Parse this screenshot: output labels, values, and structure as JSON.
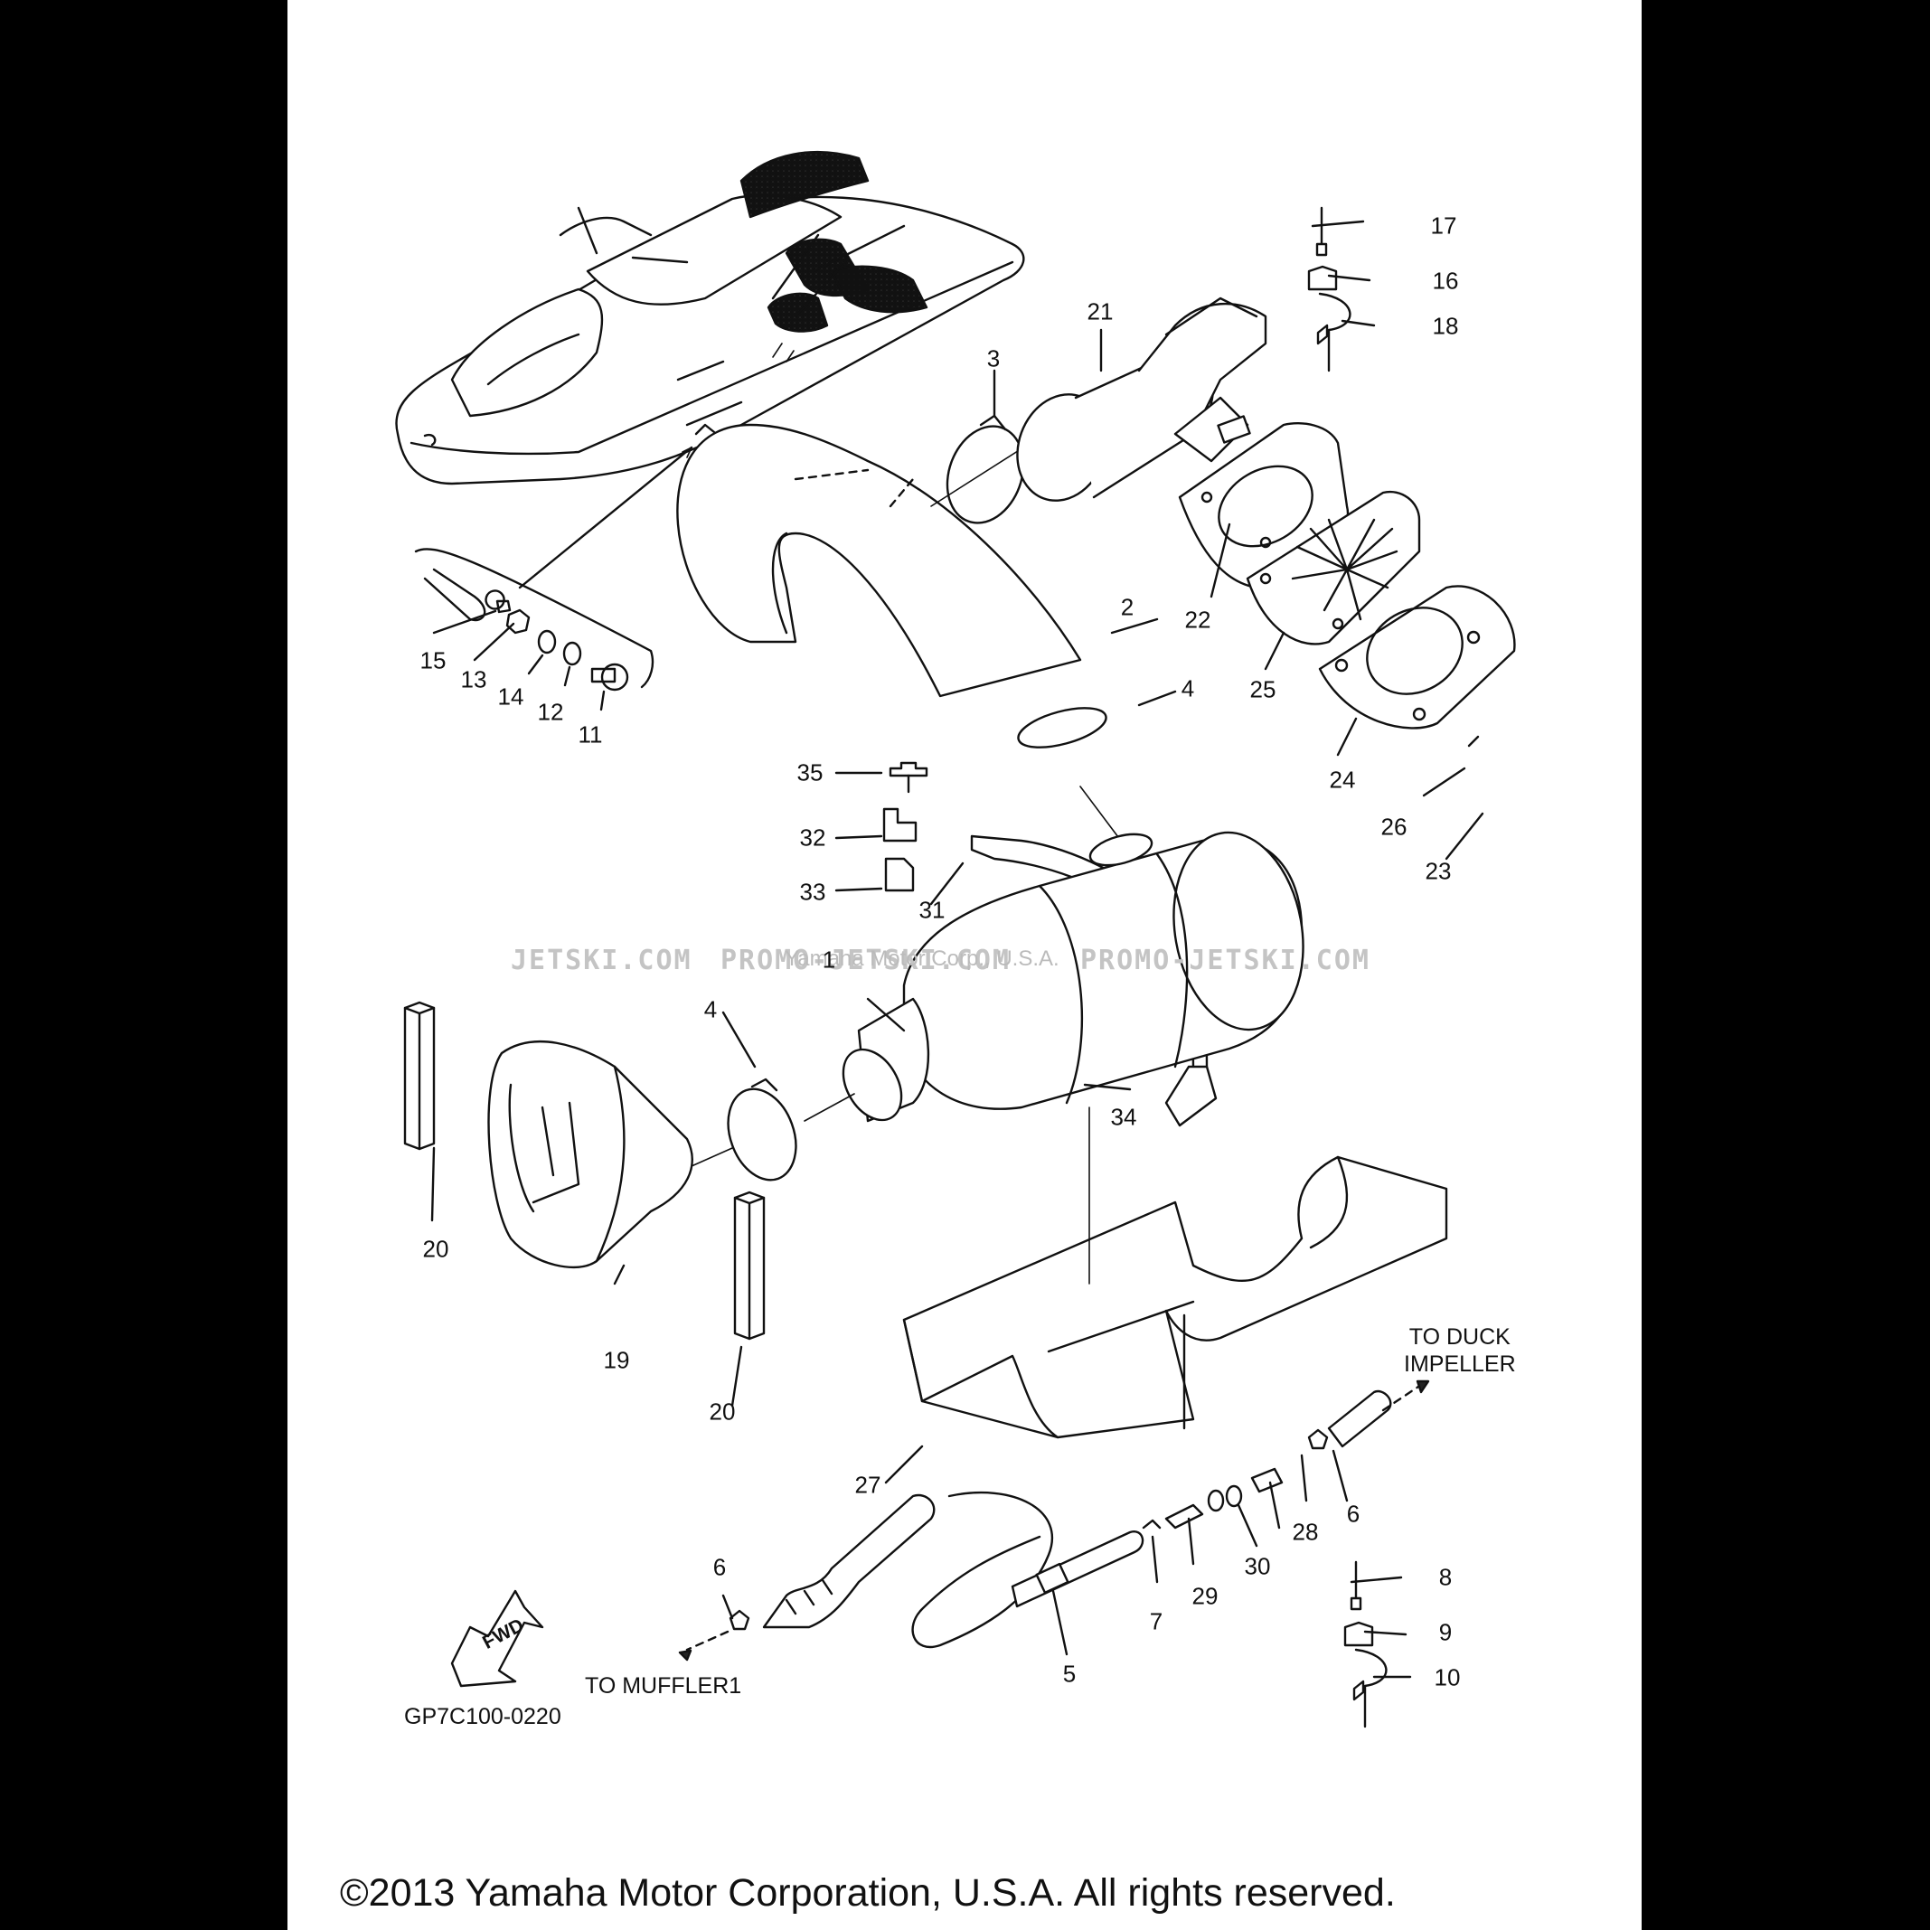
{
  "diagram": {
    "code": "GP7C100-0220",
    "copyright": "©2013 Yamaha Motor Corporation, U.S.A. All rights reserved.",
    "watermark_left": "JETSKI.COM",
    "watermark_center": "PROMO-JETSKI.COM",
    "watermark_right": "PROMO-JETSKI.COM",
    "watermark_text": "Yamaha Motor Corp., U.S.A.",
    "notes": {
      "to_duck_impeller": "TO DUCK\nIMPELLER",
      "to_muffler1": "TO MUFFLER1",
      "fwd": "FWD"
    },
    "callouts": [
      "1",
      "2",
      "3",
      "4",
      "4",
      "5",
      "6",
      "6",
      "7",
      "8",
      "9",
      "10",
      "11",
      "12",
      "13",
      "14",
      "15",
      "16",
      "17",
      "18",
      "19",
      "20",
      "20",
      "21",
      "22",
      "23",
      "24",
      "25",
      "26",
      "27",
      "28",
      "29",
      "30",
      "31",
      "32",
      "33",
      "34",
      "35"
    ]
  }
}
